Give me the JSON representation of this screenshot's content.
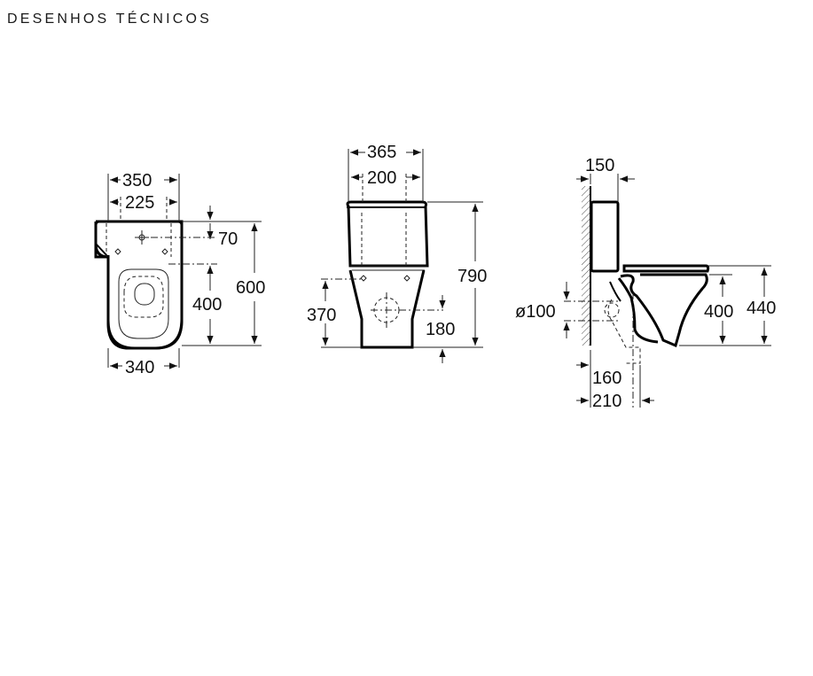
{
  "header": {
    "title": "DESENHOS TÉCNICOS"
  },
  "front_view": {
    "width_top": "350",
    "width_inner": "225",
    "width_bottom": "340",
    "hole_offset": "70",
    "hole_spacing": "400",
    "depth": "600"
  },
  "rear_view": {
    "cistern_width": "365",
    "cistern_inner": "200",
    "total_height": "790",
    "outlet_height": "370",
    "outlet_offset": "180"
  },
  "side_view": {
    "wall_gap": "150",
    "outlet_diameter": "ø100",
    "seat_height_inner": "400",
    "seat_height": "440",
    "outlet_center": "160",
    "outlet_outer": "210"
  }
}
